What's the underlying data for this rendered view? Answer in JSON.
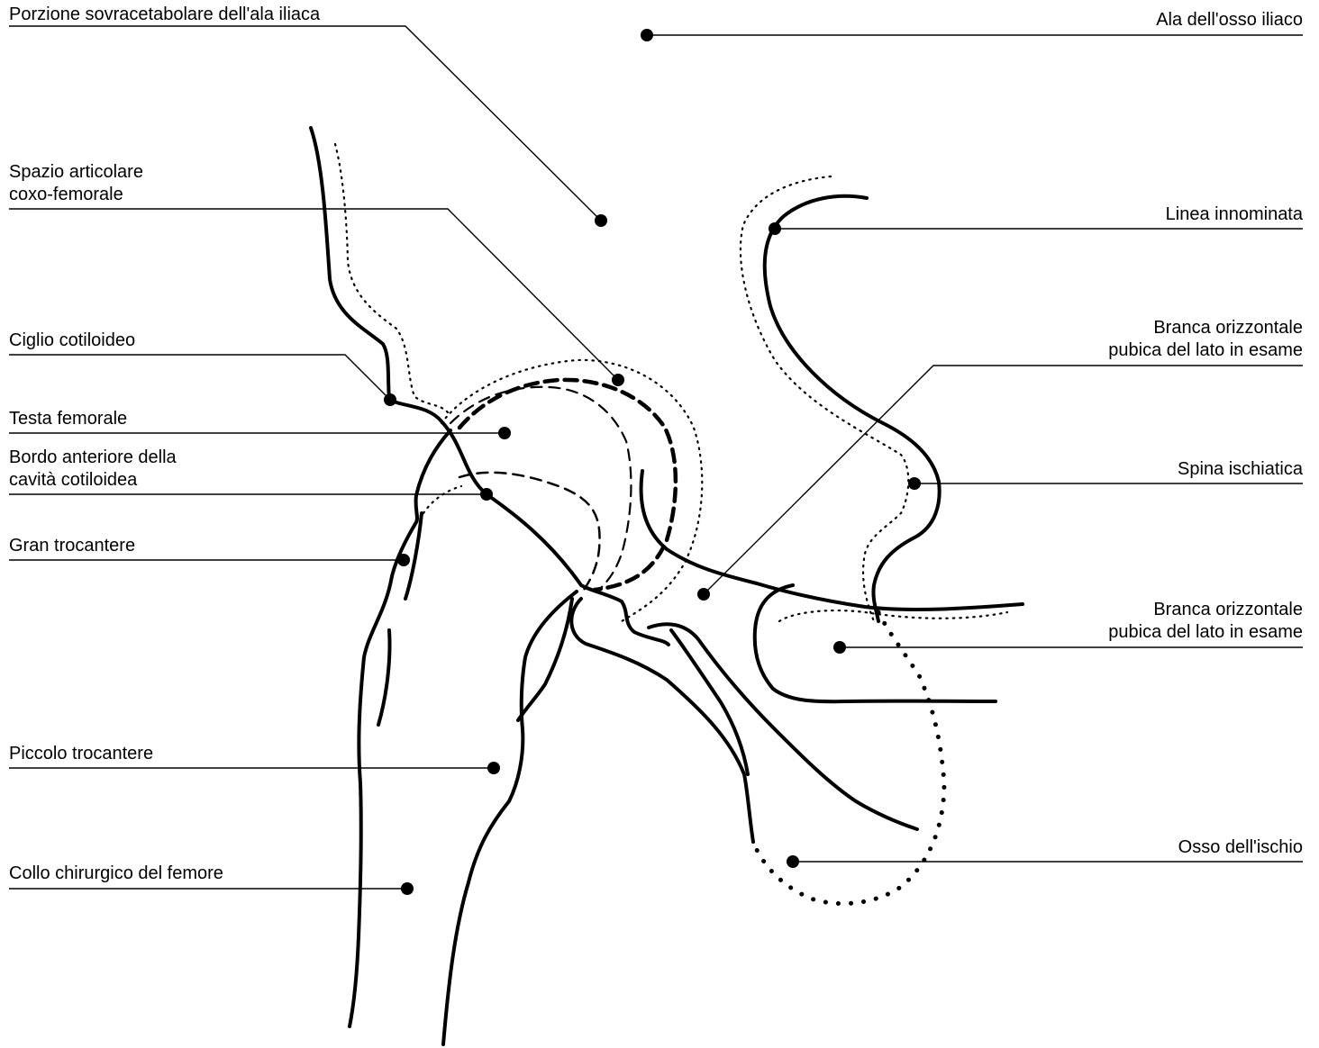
{
  "labels": {
    "porzione_sovracetabolare": "Porzione sovracetabolare dell'ala iliaca",
    "ala_osso_iliaco": "Ala dell'osso iliaco",
    "spazio_articolare_1": "Spazio articolare",
    "spazio_articolare_2": "coxo-femorale",
    "linea_innominata": "Linea innominata",
    "ciglio_cotiloideo": "Ciglio cotiloideo",
    "branca_1_line1": "Branca orizzontale",
    "branca_1_line2": "pubica del lato in esame",
    "testa_femorale": "Testa femorale",
    "bordo_anteriore_1": "Bordo anteriore della",
    "bordo_anteriore_2": "cavità cotiloidea",
    "spina_ischiatica": "Spina ischiatica",
    "gran_trocantere": "Gran trocantere",
    "branca_2_line1": "Branca orizzontale",
    "branca_2_line2": "pubica del lato in esame",
    "piccolo_trocantere": "Piccolo trocantere",
    "osso_ischio": "Osso dell'ischio",
    "collo_chirurgico": "Collo chirurgico del femore"
  },
  "colors": {
    "ink": "#000000",
    "background": "#ffffff"
  }
}
